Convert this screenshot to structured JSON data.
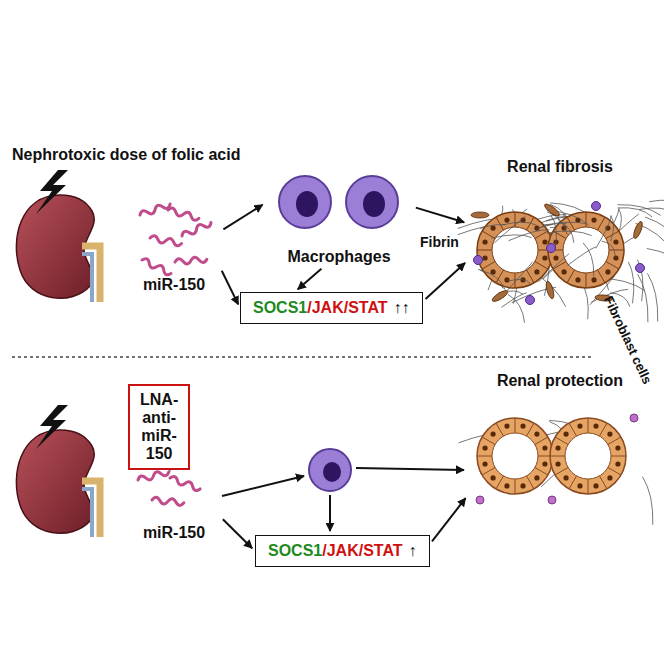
{
  "diagram": {
    "nodes": [
      {
        "text": [
          "miR-150"
        ]
      },
      {
        "text": [
          "Macrophages"
        ]
      },
      {
        "text": [
          "SOCS1",
          "/JAK/STAT",
          "↑↑"
        ]
      },
      {
        "text": [
          "Renal fibrosis"
        ]
      },
      {
        "text": [
          "LNA- anti-miR-150"
        ]
      },
      {
        "text": [
          "miR-150"
        ]
      },
      {
        "text": [
          "SOCS1",
          "/JAK/STAT",
          "↑"
        ]
      },
      {
        "text": [
          "Renal protection"
        ]
      }
    ],
    "edges": [
      {
        "from": 0,
        "to": 1,
        "arrow": "to"
      },
      {
        "from": 0,
        "to": 2,
        "arrow": "to"
      },
      {
        "from": 1,
        "to": 2,
        "arrow": "to"
      },
      {
        "from": 1,
        "to": 3,
        "arrow": "to"
      },
      {
        "from": 2,
        "to": 3,
        "arrow": "to"
      },
      {
        "from": 4,
        "to": 5,
        "arrow": "to"
      },
      {
        "from": 5,
        "to": 6,
        "arrow": "to"
      },
      {
        "from": 6,
        "to": 7,
        "arrow": "to"
      }
    ],
    "labels": [
      "Nephrotoxic dose of folic acid",
      "Fibrin",
      "Fibroblast cells"
    ]
  }
}
